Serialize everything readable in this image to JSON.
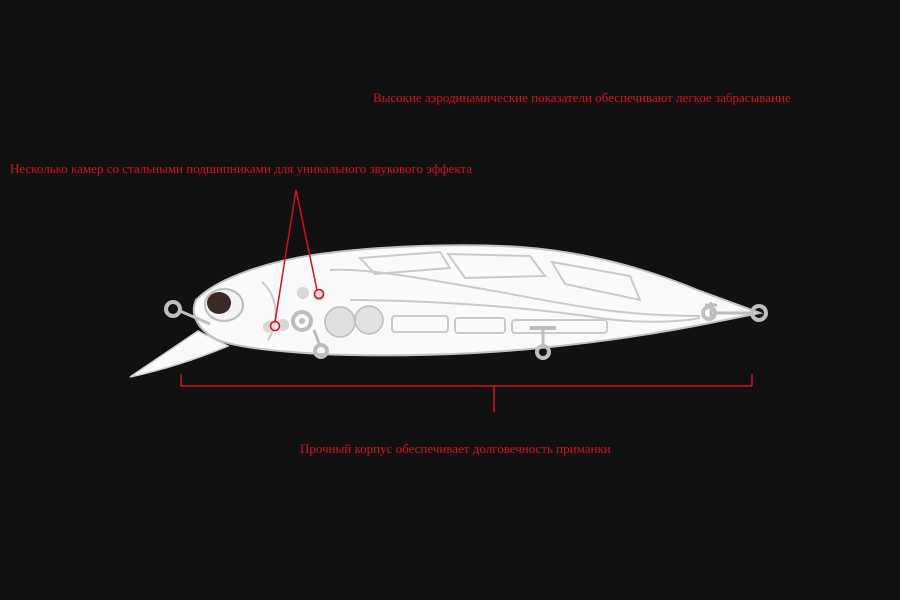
{
  "colors": {
    "background": "#111111",
    "annotation": "#d0141c",
    "lure_body": "#fafafa",
    "lure_outline": "#bfbfbf",
    "eye": "#3a2a24"
  },
  "annotations": {
    "aerodynamics": "Высокие аэродинамические показатели обеспечивают легкое забрасывание",
    "chambers": "Несколько камер со стальными подшипниками для уникального звукового эффекта",
    "body": "Прочный корпус обеспечивает долговечность приманки"
  },
  "figure": {
    "subject": "fishing-lure-minnow",
    "icons": [
      "line-tie-icon",
      "hook-eye-icon",
      "steel-ball-icon",
      "eye-icon"
    ]
  }
}
